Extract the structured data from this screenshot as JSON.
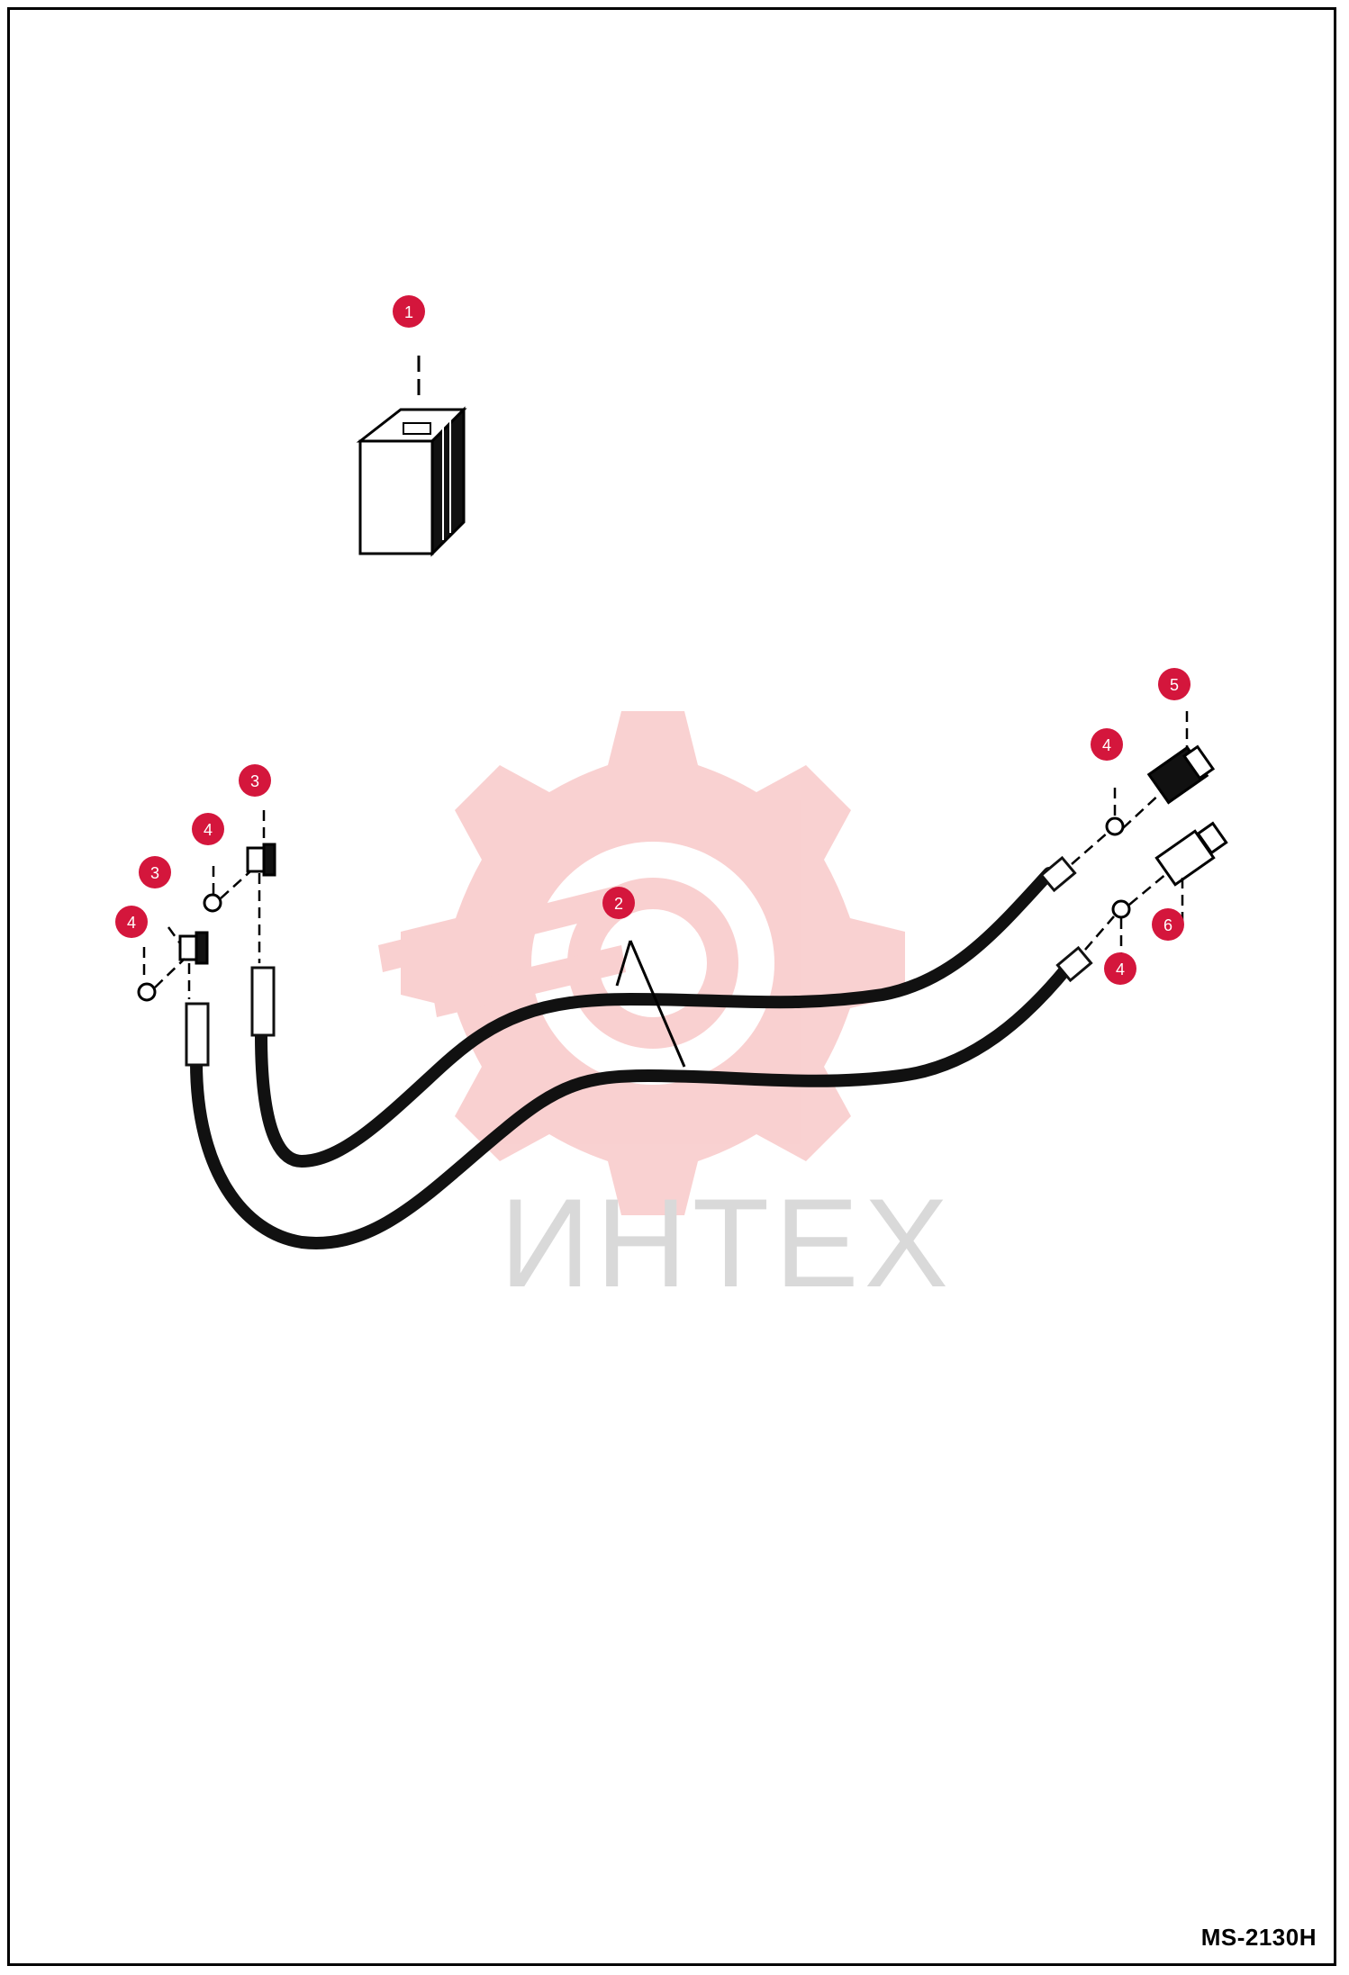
{
  "diagram": {
    "drawing_code": "MS-2130H",
    "callouts": [
      {
        "id": "c1",
        "label": "1"
      },
      {
        "id": "c2",
        "label": "2"
      },
      {
        "id": "c3a",
        "label": "3"
      },
      {
        "id": "c3b",
        "label": "3"
      },
      {
        "id": "c4a",
        "label": "4"
      },
      {
        "id": "c4b",
        "label": "4"
      },
      {
        "id": "c4c",
        "label": "4"
      },
      {
        "id": "c4d",
        "label": "4"
      },
      {
        "id": "c5",
        "label": "5"
      },
      {
        "id": "c6",
        "label": "6"
      }
    ]
  },
  "watermark": {
    "text": "ИНТЕХ",
    "color": "#f4b6b6"
  },
  "colors": {
    "callout_fill": "#d4163c",
    "callout_text": "#ffffff",
    "line": "#000000"
  }
}
